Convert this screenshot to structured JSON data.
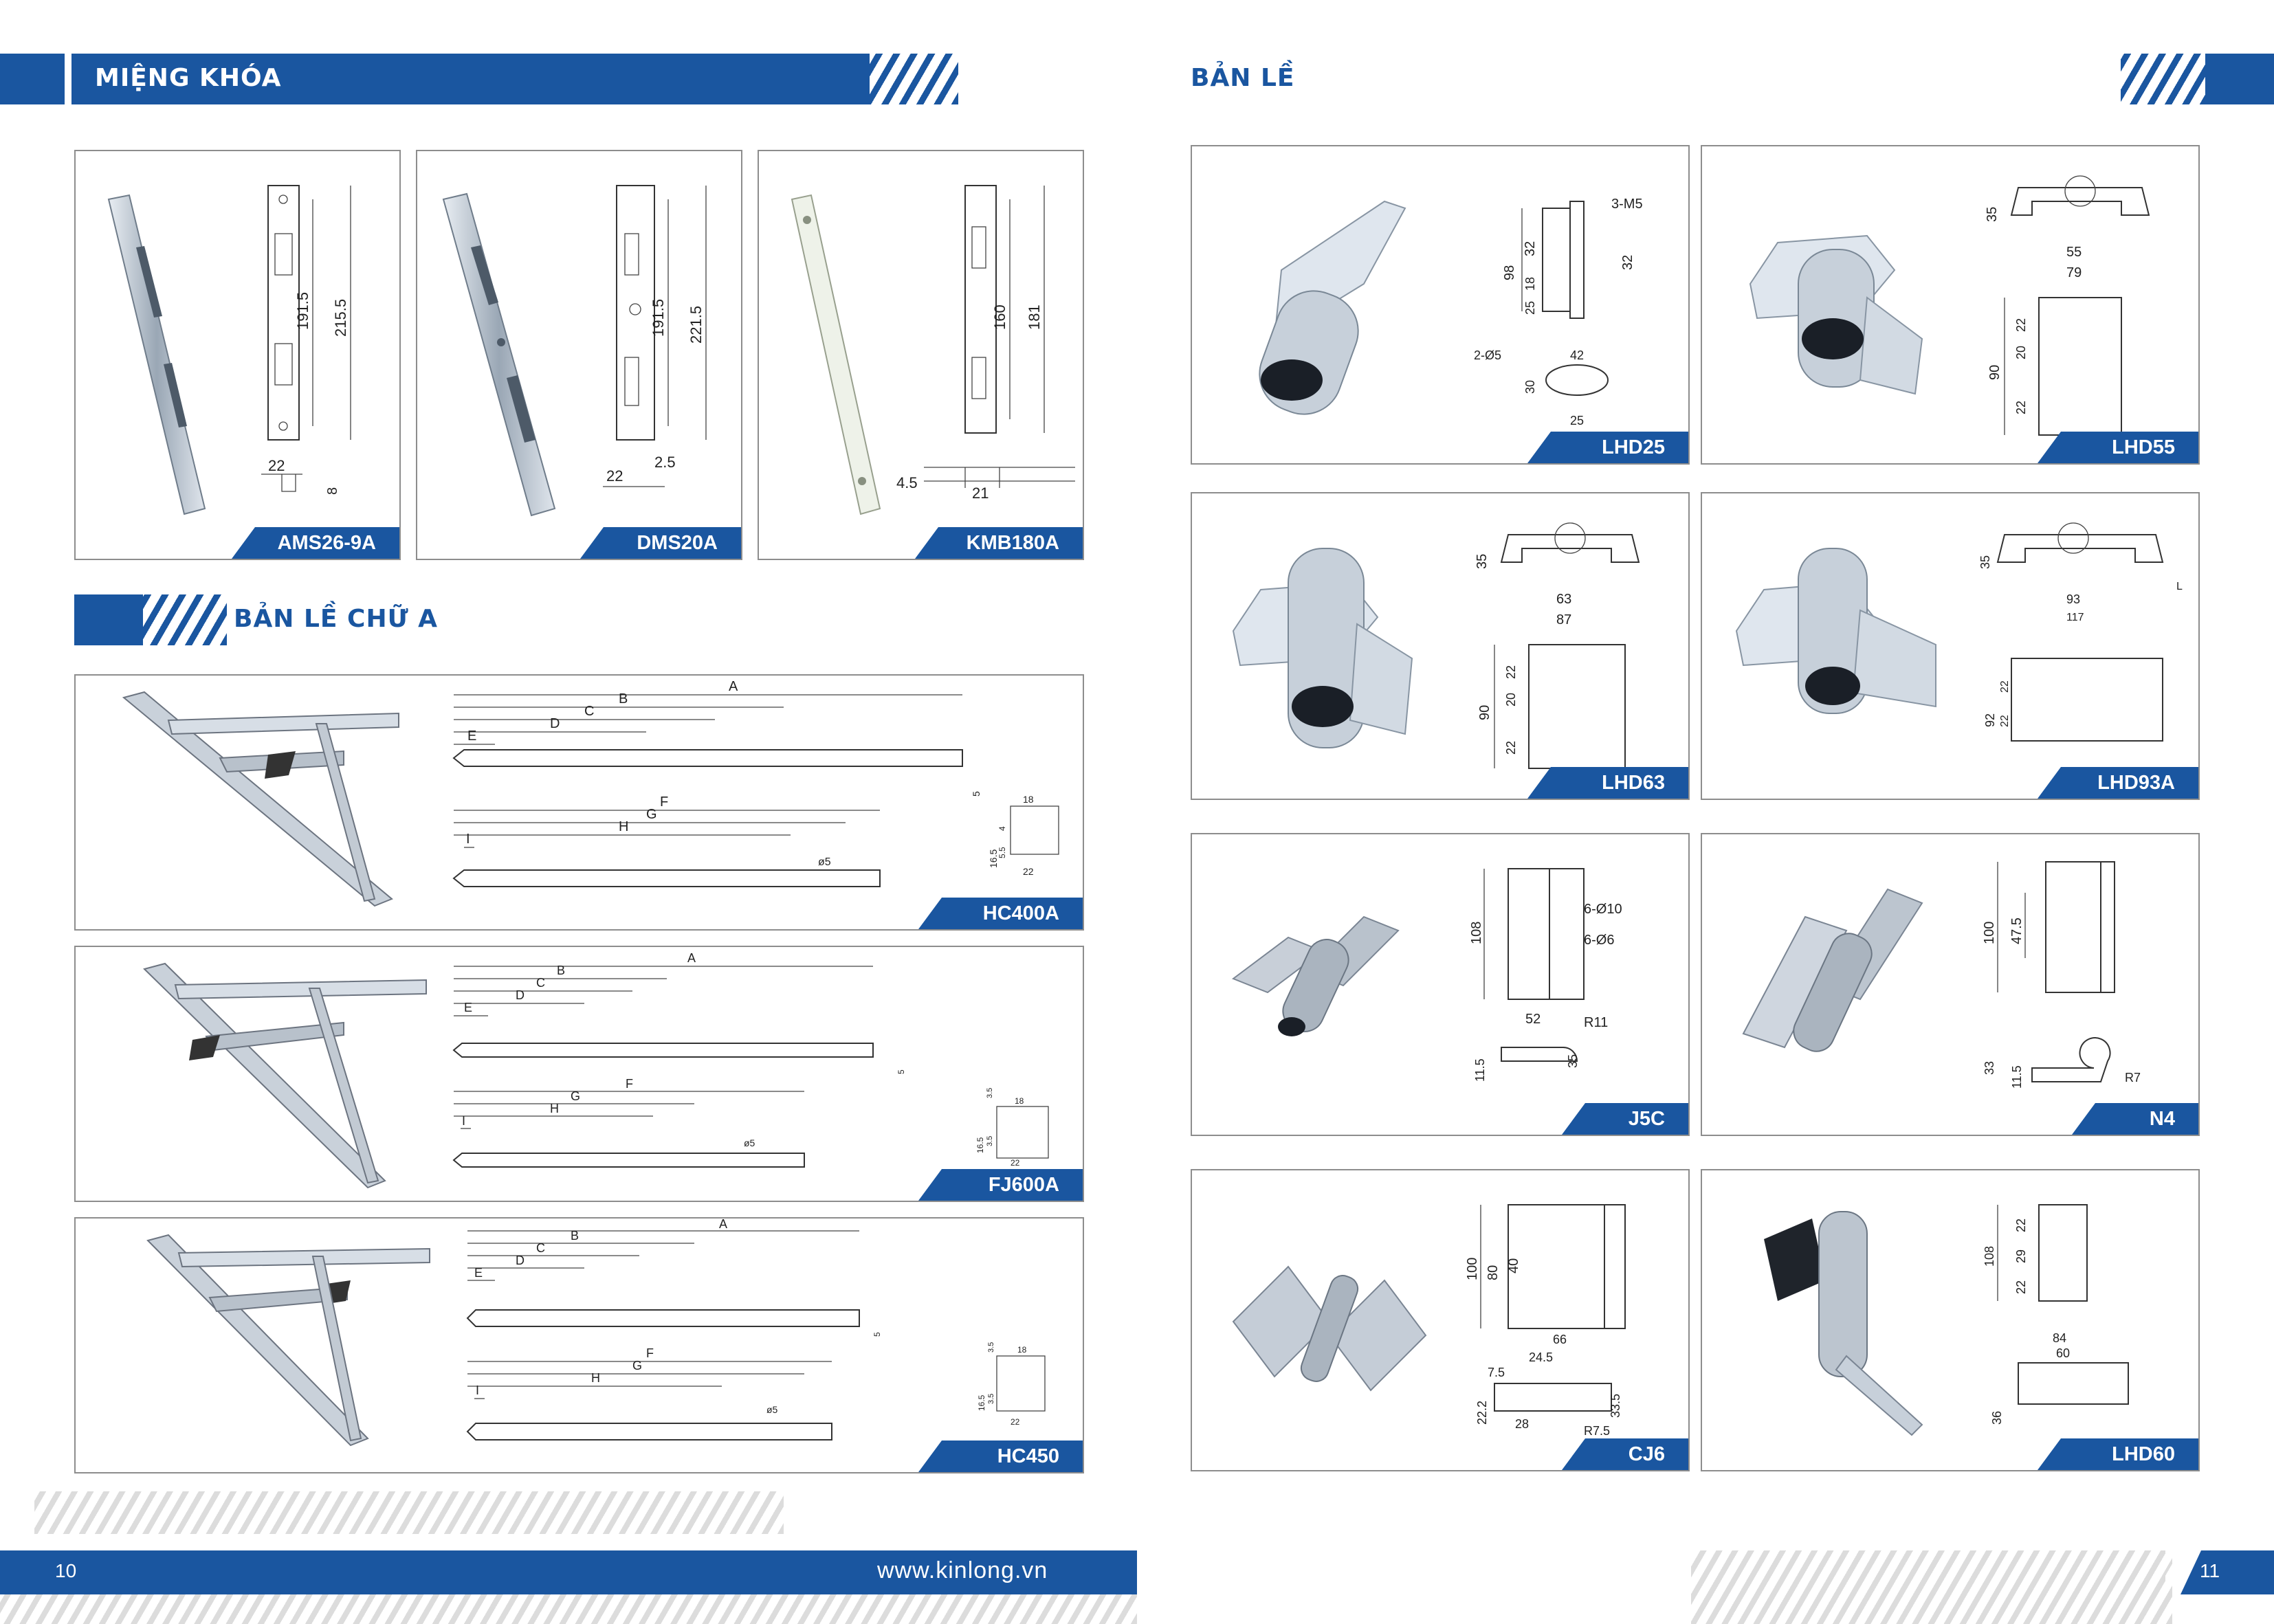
{
  "sections": {
    "lock_strikes": "MIỆNG KHÓA",
    "hinges": "BẢN LỀ",
    "a_hinges": "BẢN LỀ CHỮ A"
  },
  "strikes": [
    {
      "model": "AMS26-9A",
      "dims": [
        "191.5",
        "215.5",
        "22",
        "8"
      ]
    },
    {
      "model": "DMS20A",
      "dims": [
        "191.5",
        "221.5",
        "22",
        "2.5"
      ]
    },
    {
      "model": "KMB180A",
      "dims": [
        "160",
        "181",
        "4.5",
        "21"
      ]
    }
  ],
  "stays": [
    {
      "model": "HC400A",
      "letters": [
        "A",
        "B",
        "C",
        "D",
        "E",
        "F",
        "G",
        "H",
        "I"
      ],
      "dims": [
        "5",
        "18",
        "16.5",
        "4",
        "5.5",
        "22",
        "ø5"
      ]
    },
    {
      "model": "FJ600A",
      "letters": [
        "A",
        "B",
        "C",
        "D",
        "E",
        "F",
        "G",
        "H",
        "I"
      ],
      "dims": [
        "5",
        "18",
        "16.5",
        "3.5",
        "3.5",
        "22",
        "ø5"
      ]
    },
    {
      "model": "HC450",
      "letters": [
        "A",
        "B",
        "C",
        "D",
        "E",
        "F",
        "G",
        "H",
        "I"
      ],
      "dims": [
        "5",
        "18",
        "16.5",
        "3.5",
        "3.5",
        "22",
        "ø5"
      ]
    }
  ],
  "hinges": [
    {
      "model": "LHD25",
      "dims": [
        "3-M5",
        "32",
        "32",
        "98",
        "18",
        "25",
        "2-Ø5",
        "42",
        "30",
        "25"
      ]
    },
    {
      "model": "LHD55",
      "dims": [
        "35",
        "55",
        "79",
        "90",
        "22",
        "20",
        "22"
      ]
    },
    {
      "model": "LHD63",
      "dims": [
        "35",
        "63",
        "87",
        "90",
        "22",
        "20",
        "22"
      ]
    },
    {
      "model": "LHD93A",
      "dims": [
        "35",
        "93",
        "117",
        "92",
        "22",
        "22",
        "L"
      ]
    },
    {
      "model": "J5C",
      "dims": [
        "108",
        "6-Ø10",
        "6-Ø6",
        "52",
        "R11",
        "11.5",
        "35"
      ]
    },
    {
      "model": "N4",
      "dims": [
        "100",
        "47.5",
        "33",
        "11.5",
        "R7"
      ]
    },
    {
      "model": "CJ6",
      "dims": [
        "100",
        "80",
        "40",
        "66",
        "24.5",
        "7.5",
        "22.2",
        "28",
        "33.5",
        "R7.5"
      ]
    },
    {
      "model": "LHD60",
      "dims": [
        "108",
        "22",
        "29",
        "22",
        "84",
        "60",
        "36"
      ]
    }
  ],
  "footer": {
    "page_left": "10",
    "website": "www.kinlong.vn",
    "page_right": "11"
  },
  "colors": {
    "brand_blue": "#1a56a0",
    "border_gray": "#8d8d8d"
  }
}
